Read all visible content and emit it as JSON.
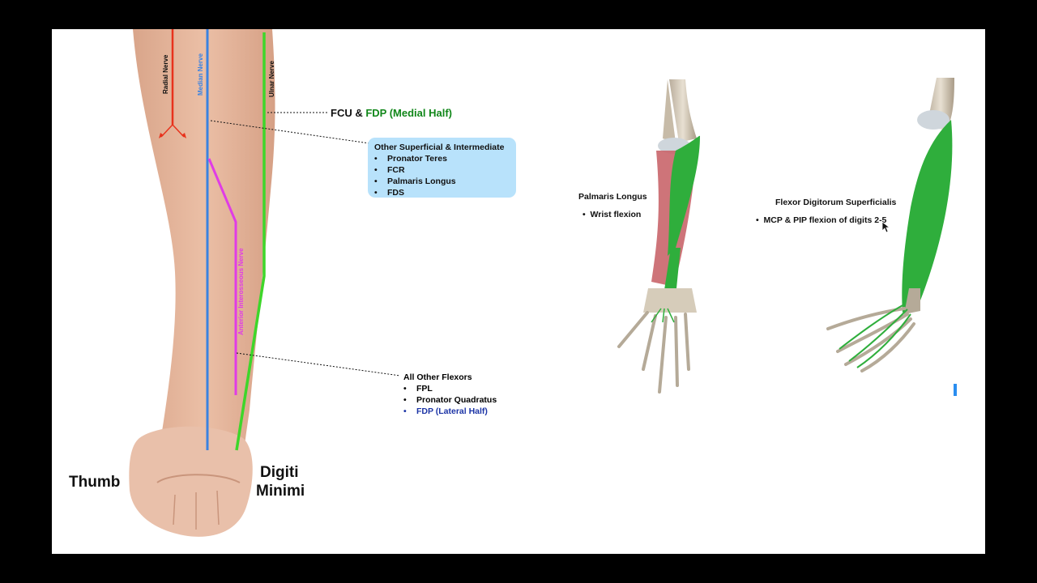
{
  "nerves": {
    "radial": "Radial Nerve",
    "median": "Median Nerve",
    "ulnar": "Ulnar Nerve",
    "anterior_interosseous": "Anterior Interosseous Nerve"
  },
  "side_labels": {
    "thumb": "Thumb",
    "digiti_line1": "Digiti",
    "digiti_line2": "Minimi"
  },
  "callouts": {
    "ulnar": {
      "part1": "FCU & ",
      "part2": "FDP (Medial Half)"
    },
    "median": {
      "title": "Other Superficial & Intermediate",
      "items": [
        "Pronator Teres",
        "FCR",
        "Palmaris Longus",
        "FDS"
      ]
    },
    "aion": {
      "title": "All Other Flexors",
      "items": [
        "FPL",
        "Pronator Quadratus"
      ],
      "highlight_item": "FDP (Lateral Half)"
    }
  },
  "muscles": {
    "palmaris": {
      "title": "Palmaris Longus",
      "bullet": "Wrist flexion"
    },
    "fds": {
      "title": "Flexor Digitorum Superficialis",
      "bullet": "MCP & PIP flexion of digits 2-5"
    }
  },
  "colors": {
    "radial": "#e8321c",
    "median": "#3b82e0",
    "ulnar": "#3ed62a",
    "anterior_interosseous": "#e03ce6",
    "callout_box": "#b8e2fb",
    "muscle_green": "#2fae3c",
    "fdp_text": "#1c34a6"
  }
}
